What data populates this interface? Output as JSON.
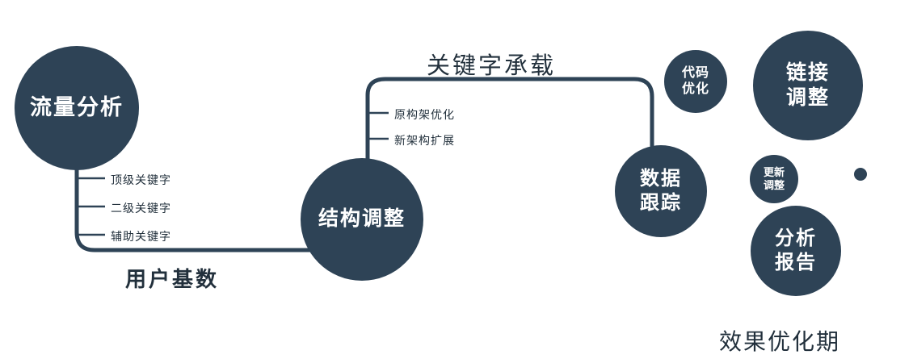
{
  "colors": {
    "primary": "#2e4356",
    "text_dark": "#22303c",
    "white": "#ffffff",
    "background": "#ffffff"
  },
  "nodes": {
    "traffic": {
      "label": "流量分析"
    },
    "structure": {
      "label": "结构调整"
    },
    "data_tracking": {
      "line1": "数据",
      "line2": "跟踪"
    },
    "code_opt": {
      "line1": "代码",
      "line2": "优化"
    },
    "link_adjust": {
      "line1": "链接",
      "line2": "调整"
    },
    "update_adjust": {
      "line1": "更新",
      "line2": "调整"
    },
    "report": {
      "line1": "分析",
      "line2": "报告"
    }
  },
  "edges": {
    "user_base_label": "用户基数",
    "keyword_carry_label": "关键字承载"
  },
  "branches": {
    "left": [
      "顶级关键字",
      "二级关键字",
      "辅助关键字"
    ],
    "middle": [
      "原构架优化",
      "新架构扩展"
    ]
  },
  "footer": {
    "effect_label": "效果优化期"
  }
}
